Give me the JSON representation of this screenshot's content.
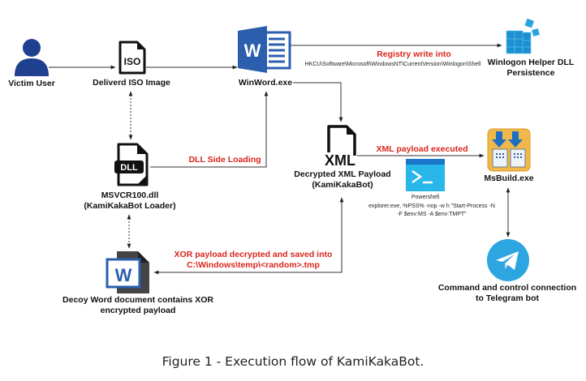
{
  "diagram": {
    "nodes": {
      "victim_user": {
        "label": "Victim User"
      },
      "iso_image": {
        "label": "Deliverd ISO Image",
        "icon_text": "ISO"
      },
      "winword": {
        "label": "WinWord.exe",
        "icon_text": "W"
      },
      "winlogon": {
        "label_line1": "Winlogon Helper DLL",
        "label_line2": "Persistence"
      },
      "dll": {
        "label_line1": "MSVCR100.dll",
        "label_line2": "(KamiKakaBot Loader)",
        "icon_text": "DLL"
      },
      "xml": {
        "label_line1": "Decrypted XML Payload",
        "label_line2": "(KamiKakaBot)",
        "icon_text": "XML"
      },
      "powershell": {
        "label": "Powershell",
        "cmd_line1": "explorer.exe, %PSS% -nop -w h \"Start-Process -N",
        "cmd_line2": "-F $env:MS -A $env:TMPT\""
      },
      "msbuild": {
        "label": "MsBuild.exe"
      },
      "telegram": {
        "label_line1": "Command and control connection",
        "label_line2": "to Telegram bot"
      },
      "decoy": {
        "label_line1": "Decoy Word document contains XOR",
        "label_line2": "encrypted payload",
        "icon_text": "W"
      }
    },
    "edges": {
      "registry": {
        "label": "Registry write into",
        "detail": "HKCU\\Software\\Microsoft\\WindowsNT\\CurrentVersion\\Winlogon\\Shell"
      },
      "side_loading": {
        "label": "DLL Side Loading"
      },
      "xml_exec": {
        "label": "XML payload executed"
      },
      "xor": {
        "label_line1": "XOR payload decrypted and saved into",
        "label_line2": "C:\\Windows\\temp\\<random>.tmp"
      }
    },
    "colors": {
      "accent_red": "#d9261c",
      "user_blue": "#1f3f8f",
      "word_blue": "#2b5fae",
      "telegram_blue": "#2ca5e0",
      "powershell_blue": "#29b6e8",
      "msbuild_orange": "#f0b84a"
    }
  },
  "caption": "Figure 1 - Execution flow of KamiKakaBot."
}
